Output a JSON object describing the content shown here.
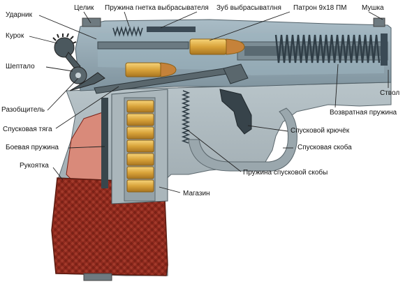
{
  "labels": {
    "udarnik": "Ударник",
    "tselik": "Целик",
    "pruzhina_gnetka": "Пружина гнетка выбрасывателя",
    "zub": "Зуб выбрасыватлня",
    "patron": "Патрон 9х18 ПМ",
    "mushka": "Мушка",
    "kurok": "Курок",
    "sheptalo": "Шептало",
    "stvol": "Ствол",
    "razobshchitel": "Разобщитель",
    "vozvratnaya": "Возвратная пружина",
    "spuskovaya_tyaga": "Спусковая тяга",
    "spuskovoy_kryuchok": "Спусковой крючёк",
    "boevaya": "Боевая пружина",
    "skoba": "Спусковая скоба",
    "rukoyatka": "Рукоятка",
    "pruzhina_skoby": "Пружина спусковой скобы",
    "magazin": "Магазин"
  },
  "colors": {
    "metal_dark": "#6e7a80",
    "metal_mid": "#9aa7ad",
    "metal_light": "#c9d3d7",
    "slide_blue": "#8fa8b5",
    "brass": "#d9a33a",
    "brass_light": "#f2cf6d",
    "grip_red": "#8f2a1e",
    "grip_pink": "#d98a7a",
    "spring": "#3b4a55",
    "leader": "#222222"
  }
}
